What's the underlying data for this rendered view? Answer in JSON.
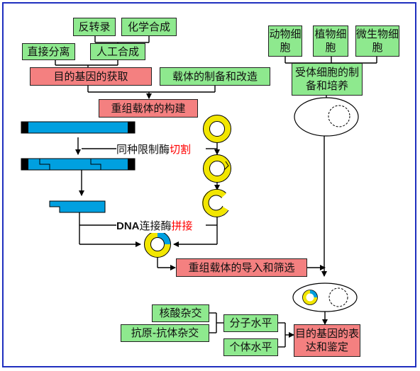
{
  "boxes": {
    "reverse_transcription": "反转录",
    "chemical_synthesis": "化学合成",
    "direct_isolation": "直接分离",
    "artificial_synthesis": "人工合成",
    "obtain_target_gene": "目的基因的获取",
    "vector_preparation": "载体的制备和改造",
    "construct_recombinant_vector": "重组载体的构建",
    "animal_cell": "动物细胞",
    "plant_cell": "植物细胞",
    "microbial_cell": "微生物细胞",
    "recipient_cell_prep": "受体细胞的制备和培养",
    "introduce_and_screen": "重组载体的导入和筛选",
    "nucleic_acid_hybridization": "核酸杂交",
    "antigen_antibody_hybridization": "抗原-抗体杂交",
    "molecular_level": "分子水平",
    "individual_level": "个体水平",
    "expression_and_identification": "目的基因的表达和鉴定"
  },
  "labels": {
    "same_enzyme": "同种限制酶",
    "cut": "切割",
    "dna": "DNA",
    "ligase": "连接酶",
    "splice": "拼接"
  },
  "colors": {
    "box_green": "#8ee98e",
    "box_red": "#f48080",
    "dna_blue": "#00a0e0",
    "plasmid_yellow": "#f2e600",
    "frame_blue": "#1f2fbf"
  }
}
